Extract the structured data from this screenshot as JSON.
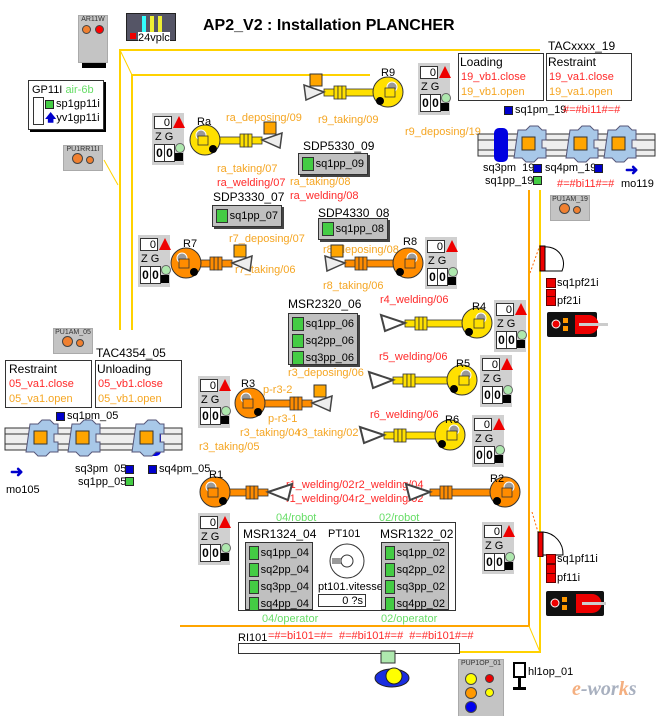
{
  "title": "AP2_V2 : Installation PLANCHER",
  "plc": {
    "label": "24vplc"
  },
  "colors": {
    "frame_outer": "#ffd200",
    "frame_inner": "#ffa500",
    "robot_yellow": "#ffe000",
    "robot_orange": "#ff8c00",
    "sensor_on": "#44cc44",
    "alarm": "#ee0000",
    "pallet": "#a8c8e8",
    "pallet_block": "#ffa500",
    "cylinder": "#0000e0"
  },
  "panels": {
    "ar11w": {
      "title": "AR11W"
    },
    "pu1rr11i": {
      "title": "PU1RR11I"
    },
    "pu1am_05": {
      "title": "PU1AM_05"
    },
    "pu1am_19": {
      "title": "PU1AM_19"
    },
    "pup1op_01": {
      "title": "PUP1OP_01"
    }
  },
  "gp11i": {
    "title": "GP11I",
    "air": "air-6b",
    "sensor": "sp1gp11i",
    "valve": "yv1gp11i"
  },
  "zg_label": "Z G",
  "robots": [
    {
      "name": "Ra",
      "color": "yellow",
      "status": {
        "count": "0",
        "z": "0",
        "g": "0"
      }
    },
    {
      "name": "R9",
      "color": "yellow",
      "status": {
        "count": "0",
        "z": "0",
        "g": "0"
      }
    },
    {
      "name": "R7",
      "color": "orange",
      "status": {
        "count": "0",
        "z": "0",
        "g": "0"
      }
    },
    {
      "name": "R8",
      "color": "orange",
      "status": {
        "count": "0",
        "z": "0",
        "g": "0"
      }
    },
    {
      "name": "R4",
      "color": "yellow",
      "status": {
        "count": "0",
        "z": "0",
        "g": "0"
      }
    },
    {
      "name": "R5",
      "color": "yellow",
      "status": {
        "count": "0",
        "z": "0",
        "g": "0"
      }
    },
    {
      "name": "R6",
      "color": "yellow",
      "status": {
        "count": "0",
        "z": "0",
        "g": "0"
      }
    },
    {
      "name": "R3",
      "color": "orange",
      "status": {
        "count": "0",
        "z": "0",
        "g": "0"
      }
    },
    {
      "name": "R1",
      "color": "orange",
      "status": {
        "count": "0",
        "z": "0",
        "g": "0"
      }
    },
    {
      "name": "R2",
      "color": "orange",
      "status": {
        "count": "0",
        "z": "0",
        "g": "0"
      }
    }
  ],
  "labels": {
    "ra_deposing_09": "ra_deposing/09",
    "ra_taking_07": "ra_taking/07",
    "ra_welding_07": "ra_welding/07",
    "ra_taking_08": "ra_taking/08",
    "ra_welding_08": "ra_welding/08",
    "r9_taking_09": "r9_taking/09",
    "r9_deposing_19": "r9_deposing/19",
    "r7_deposing_07": "r7_deposing/07",
    "r7_taking_06": "r7_taking/06",
    "r8_deposing_08": "r8_deposing/08",
    "r8_taking_06": "r8_taking/06",
    "r3_deposing_06": "r3_deposing/06",
    "r4_welding_06": "r4_welding/06",
    "r5_welding_06": "r5_welding/06",
    "r6_welding_06": "r6_welding/06",
    "p_r3_2": "p-r3-2",
    "p_r3_1": "p-r3-1",
    "r3_taking_04": "r3_taking/04",
    "r3_taking_02": "r3_taking/02",
    "r3_taking_05": "r3_taking/05",
    "r1_welding_02": "r1_welding/02",
    "r2_welding_04": "r2_welding/04",
    "r1_welding_04": "r1_welding/04",
    "r2_welding_02": "r2_welding/02",
    "robot_04": "04/robot",
    "robot_02": "02/robot",
    "operator_04": "04/operator",
    "operator_02": "02/operator"
  },
  "stations": {
    "sdp5330_09": {
      "title": "SDP5330_09",
      "sensors": [
        "sq1pp_09"
      ]
    },
    "sdp3330_07": {
      "title": "SDP3330_07",
      "sensors": [
        "sq1pp_07"
      ]
    },
    "sdp4330_08": {
      "title": "SDP4330_08",
      "sensors": [
        "sq1pp_08"
      ]
    },
    "msr2320_06": {
      "title": "MSR2320_06",
      "sensors": [
        "sq1pp_06",
        "sq2pp_06",
        "sq3pp_06"
      ]
    },
    "msr1324_04": {
      "title": "MSR1324_04",
      "sensors": [
        "sq1pp_04",
        "sq2pp_04",
        "sq3pp_04",
        "sq4pp_04"
      ]
    },
    "msr1322_02": {
      "title": "MSR1322_02",
      "sensors": [
        "sq1pp_02",
        "sq2pp_02",
        "sq3pp_02",
        "sq4pp_02"
      ]
    }
  },
  "pt101": {
    "title": "PT101",
    "speed_label": "pt101.vitesse",
    "speed_value": "0 ?s"
  },
  "ri101": {
    "label": "RI101",
    "status": "=#=bi101=#=  #=#bi101#=#  #=#bi101#=#"
  },
  "tac19": {
    "title": "TACxxxx_19",
    "loading": {
      "title": "Loading",
      "close": "19_vb1.close",
      "open": "19_vb1.open"
    },
    "restraint": {
      "title": "Restraint",
      "close": "19_va1.close",
      "open": "19_va1.open"
    },
    "sq1pm": "sq1pm_19",
    "bi_top": "#=#bi11#=#",
    "sq3pm": "sq3pm  19",
    "sq4pm": "sq4pm_19",
    "sq1pp": "sq1pp_19",
    "bi_bottom": "#=#bi11#=#",
    "motor": "mo119"
  },
  "tac05": {
    "title": "TAC4354_05",
    "restraint": {
      "title": "Restraint",
      "close": "05_va1.close",
      "open": "05_va1.open"
    },
    "unloading": {
      "title": "Unloading",
      "close": "05_vb1.close",
      "open": "05_vb1.open"
    },
    "sq1pm": "sq1pm_05",
    "sq3pm": "sq3pm  05",
    "sq4pm": "sq4pm_05",
    "sq1pp": "sq1pp_05",
    "motor": "mo105"
  },
  "door21": {
    "sensor": "sq1pf21i",
    "lock": "pf21i"
  },
  "door11": {
    "sensor": "sq1pf11i",
    "lock": "pf11i"
  },
  "hl1op": {
    "label": "hl1op_01"
  },
  "logo": {
    "text": "e-works"
  }
}
